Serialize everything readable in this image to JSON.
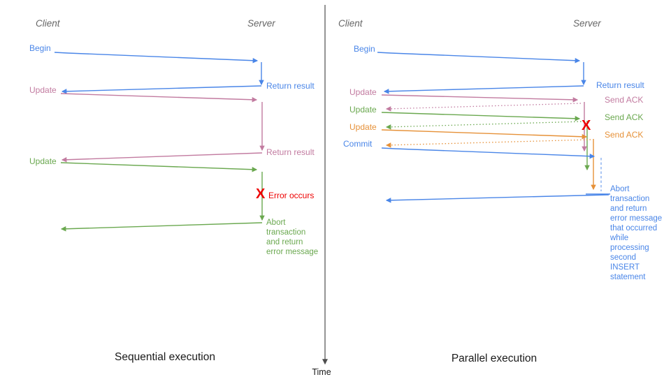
{
  "colors": {
    "blue": "#4a86e8",
    "pink": "#c27ba0",
    "green": "#6aa84f",
    "orange": "#e69138",
    "red": "#ee0000",
    "gray": "#666666",
    "axis": "#4d4d4d",
    "dashed_blue": "#7da7ee",
    "title": "#1a1a1a"
  },
  "time_axis": {
    "label": "Time"
  },
  "sequential": {
    "title": "Sequential execution",
    "client_label": "Client",
    "server_label": "Server",
    "begin": "Begin",
    "return_result_1": "Return result",
    "update_1": "Update",
    "return_result_2": "Return result",
    "update_2": "Update",
    "error_x": "X",
    "error_label": "Error occurs",
    "abort_note": "Abort\ntransaction\nand return\nerror message"
  },
  "parallel": {
    "title": "Parallel execution",
    "client_label": "Client",
    "server_label": "Server",
    "begin": "Begin",
    "return_result": "Return result",
    "update_1": "Update",
    "send_ack_1": "Send ACK",
    "update_2": "Update",
    "send_ack_2": "Send ACK",
    "update_3": "Update",
    "send_ack_3": "Send ACK",
    "commit": "Commit",
    "error_x": "X",
    "abort_note": "Abort\ntransaction\nand return\nerror message\nthat occurred\nwhile\nprocessing\nsecond\nINSERT\nstatement"
  }
}
